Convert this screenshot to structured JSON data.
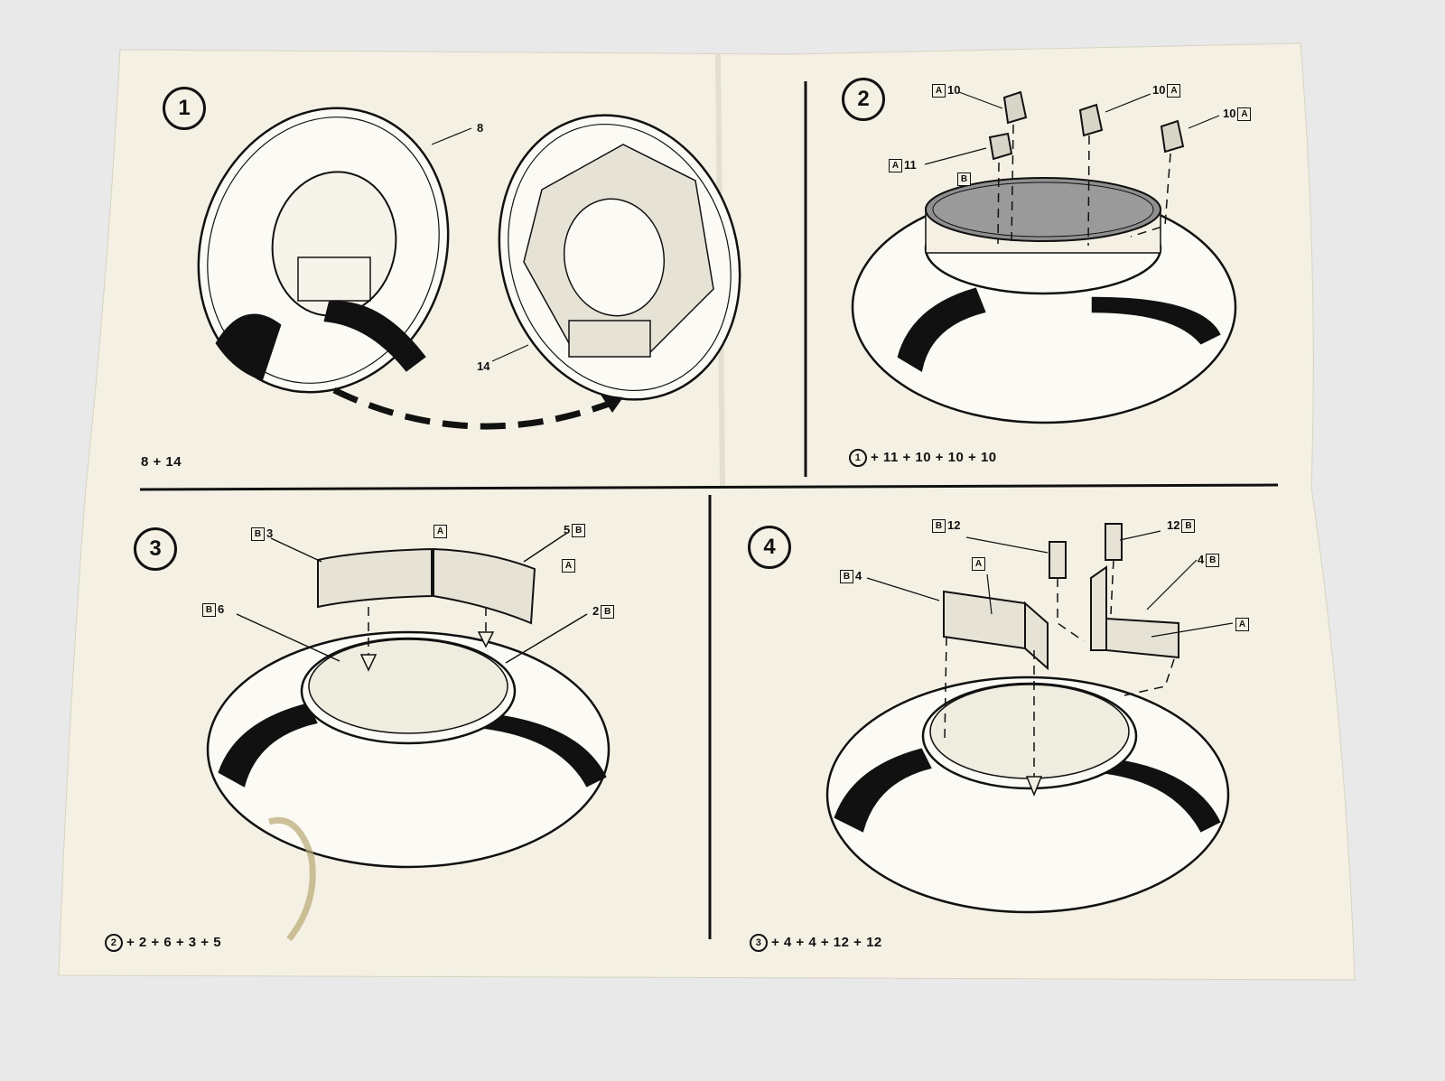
{
  "page": {
    "paper_color": "#f4f1e4",
    "background_color": "#e9e9ea",
    "ink_color": "#111111"
  },
  "steps": [
    {
      "number": "1",
      "sequence": "8 + 14",
      "parts": [
        {
          "num": "8",
          "box": ""
        },
        {
          "num": "14",
          "box": ""
        }
      ]
    },
    {
      "number": "2",
      "sequence_ref": "1",
      "sequence": "+ 11 + 10 + 10 + 10",
      "parts": [
        {
          "num": "10",
          "box": "A"
        },
        {
          "num": "10",
          "box": "A"
        },
        {
          "num": "10",
          "box": "A"
        },
        {
          "num": "11",
          "box": "A"
        },
        {
          "num": "",
          "box": "B"
        }
      ]
    },
    {
      "number": "3",
      "sequence_ref": "2",
      "sequence": "+ 2 + 6 + 3 + 5",
      "parts": [
        {
          "num": "3",
          "box": "B"
        },
        {
          "num": "",
          "box": "A"
        },
        {
          "num": "5",
          "box": "B"
        },
        {
          "num": "",
          "box": "A"
        },
        {
          "num": "6",
          "box": "B"
        },
        {
          "num": "2",
          "box": "B"
        }
      ]
    },
    {
      "number": "4",
      "sequence_ref": "3",
      "sequence": "+ 4 + 4 + 12 + 12",
      "parts": [
        {
          "num": "12",
          "box": "B"
        },
        {
          "num": "12",
          "box": "B"
        },
        {
          "num": "",
          "box": "A"
        },
        {
          "num": "4",
          "box": "B"
        },
        {
          "num": "4",
          "box": "B"
        },
        {
          "num": "",
          "box": "A"
        }
      ]
    }
  ]
}
